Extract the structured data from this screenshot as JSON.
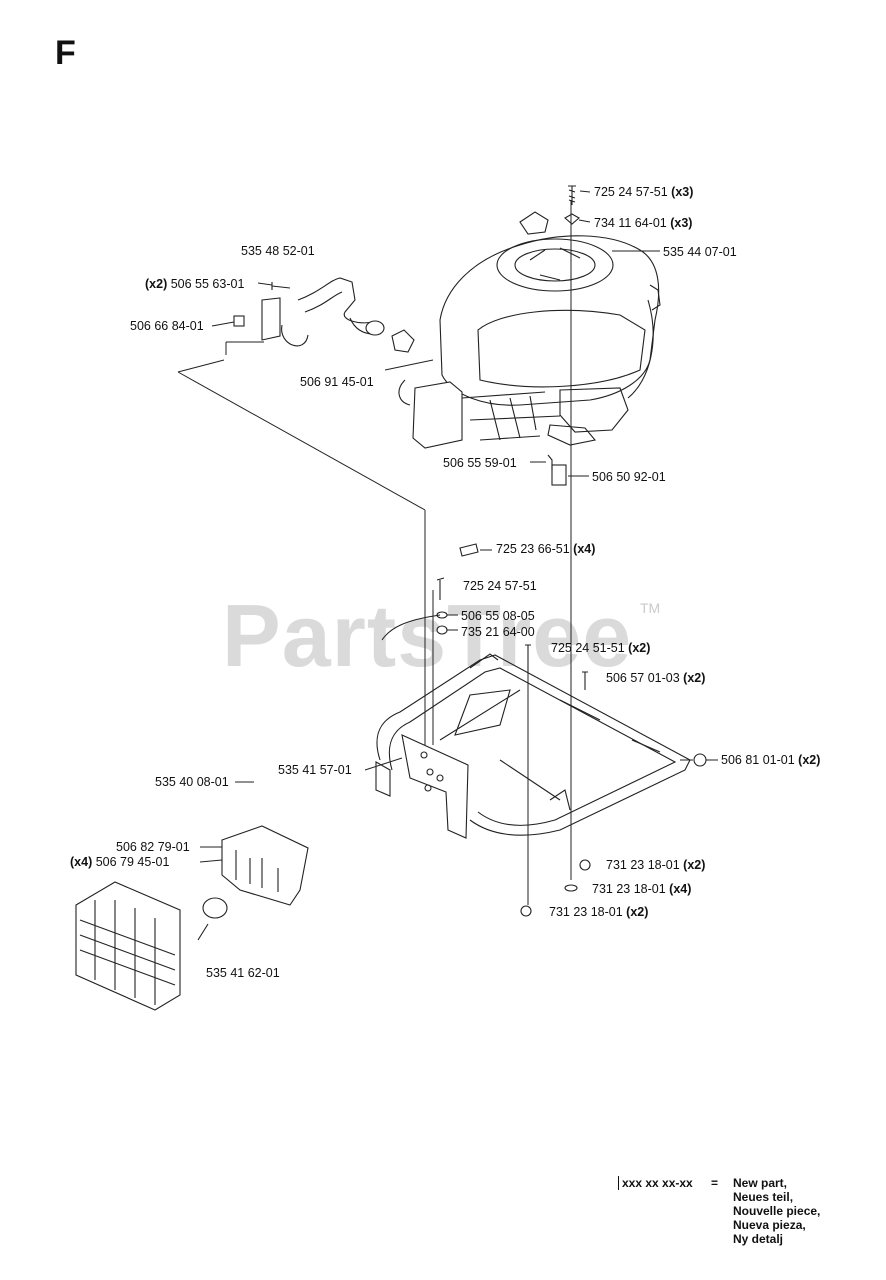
{
  "section": "F",
  "watermark": "PartsTree",
  "watermark_tm": "TM",
  "parts": [
    {
      "id": "p01",
      "number": "725 24 57-51",
      "qty": "(x3)"
    },
    {
      "id": "p02",
      "number": "734 11 64-01",
      "qty": "(x3)"
    },
    {
      "id": "p03",
      "number": "535 44 07-01",
      "qty": ""
    },
    {
      "id": "p04",
      "number": "535 48 52-01",
      "qty": ""
    },
    {
      "id": "p05",
      "number": "506 55 63-01",
      "qty": "(x2)"
    },
    {
      "id": "p06",
      "number": "506 66 84-01",
      "qty": ""
    },
    {
      "id": "p07",
      "number": "506 91 45-01",
      "qty": ""
    },
    {
      "id": "p08",
      "number": "506 55 59-01",
      "qty": ""
    },
    {
      "id": "p09",
      "number": "506 50 92-01",
      "qty": ""
    },
    {
      "id": "p10",
      "number": "725 23 66-51",
      "qty": "(x4)"
    },
    {
      "id": "p11",
      "number": "725 24 57-51",
      "qty": ""
    },
    {
      "id": "p12",
      "number": "506 55 08-05",
      "qty": ""
    },
    {
      "id": "p13",
      "number": "735 21 64-00",
      "qty": ""
    },
    {
      "id": "p14",
      "number": "725 24 51-51",
      "qty": "(x2)"
    },
    {
      "id": "p15",
      "number": "506 57 01-03",
      "qty": "(x2)"
    },
    {
      "id": "p16",
      "number": "506 81 01-01",
      "qty": "(x2)"
    },
    {
      "id": "p17",
      "number": "535 41 57-01",
      "qty": ""
    },
    {
      "id": "p18",
      "number": "535 40 08-01",
      "qty": ""
    },
    {
      "id": "p19",
      "number": "506 82 79-01",
      "qty": ""
    },
    {
      "id": "p20",
      "number": "506 79 45-01",
      "qty": "(x4)"
    },
    {
      "id": "p21",
      "number": "731 23 18-01",
      "qty": "(x2)"
    },
    {
      "id": "p22",
      "number": "731 23 18-01",
      "qty": "(x4)"
    },
    {
      "id": "p23",
      "number": "731 23 18-01",
      "qty": "(x2)"
    },
    {
      "id": "p24",
      "number": "535 41 62-01",
      "qty": ""
    }
  ],
  "legend": {
    "code": "xxx xx xx-xx",
    "equals": "=",
    "translations": [
      "New part,",
      "Neues teil,",
      "Nouvelle piece,",
      "Nueva pieza,",
      "Ny detalj"
    ]
  }
}
